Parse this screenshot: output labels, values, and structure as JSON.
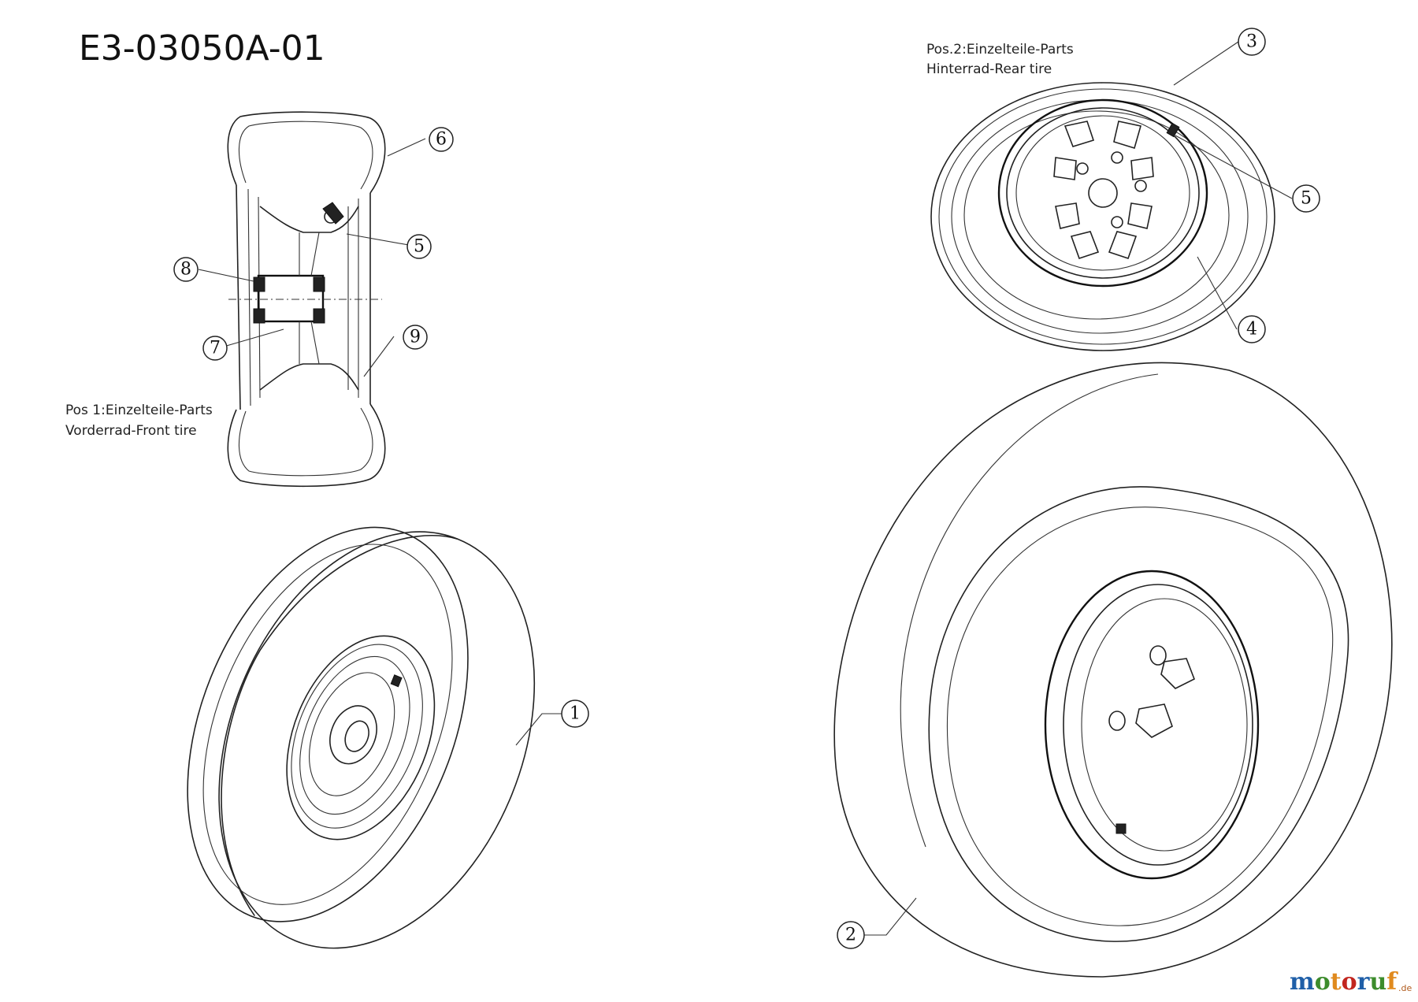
{
  "title": "E3-03050A-01",
  "front_tire_label": {
    "line1": "Pos 1:Einzelteile-Parts",
    "line2": "Vorderrad-Front tire"
  },
  "rear_tire_label": {
    "line1": "Pos.2:Einzelteile-Parts",
    "line2": "Hinterrad-Rear tire"
  },
  "callouts": {
    "front_tire_assembly": "1",
    "rear_tire_assembly": "2",
    "rear_tire": "3",
    "rear_rim": "4",
    "rear_valve": "5",
    "front_valve": "5",
    "front_tire": "6",
    "front_bearing_7": "7",
    "front_bearing_8": "8",
    "front_rim": "9"
  },
  "watermark": {
    "text": "motoruf",
    "suffix": ".de",
    "colors": [
      "#1f5fa8",
      "#3c8c2c",
      "#e08a1e",
      "#c2261f"
    ]
  }
}
